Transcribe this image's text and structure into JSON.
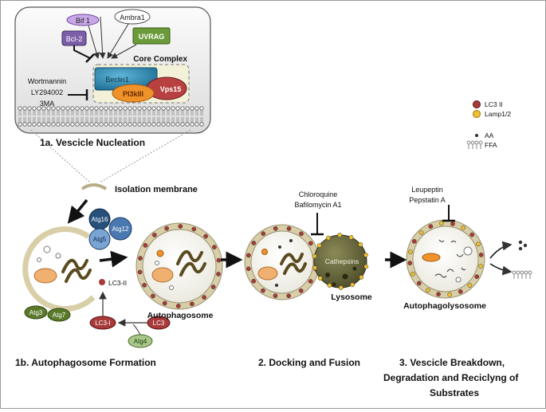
{
  "nucleation": {
    "proteins": {
      "bif1": "Bif 1",
      "ambra1": "Ambra1",
      "bcl2": "Bcl-2",
      "uvrag": "UVRAG",
      "beclin1": "Beclin1",
      "pi3k": "PI3kIII",
      "vps15": "Vps15"
    },
    "core_complex": "Core Complex",
    "inhibitors": [
      "Wortmannin",
      "LY294002",
      "3MA"
    ],
    "section_title": "1a. Vescicle Nucleation"
  },
  "isolation_membrane": "Isolation membrane",
  "formation": {
    "atg16": "Atg16",
    "atg12": "Atg12",
    "atg5": "Atg5",
    "atg3": "Atg3",
    "atg7": "Atg7",
    "lc3i": "LC3-I",
    "lc3": "LC3",
    "atg4": "Atg4",
    "lc3ii": "LC3-II",
    "autophagosome": "Autophagosome",
    "section_title": "1b. Autophagosome Formation"
  },
  "docking": {
    "inhibitors": [
      "Chloroquine",
      "Bafilomycin A1"
    ],
    "cathepsins": "Cathepsins",
    "lysosome": "Lysosome",
    "section_title": "2. Docking and Fusion"
  },
  "breakdown": {
    "inhibitors": [
      "Leupeptin",
      "Pepstatin A"
    ],
    "autophagolysosome": "Autophagolysosome",
    "section_title": [
      "3. Vescicle Breakdown,",
      "Degradation and Reciclyng of",
      "Substrates"
    ]
  },
  "legend": {
    "lc3ii": "LC3 II",
    "lamp": "Lamp1/2",
    "aa": "AA",
    "ffa": "FFA"
  },
  "colors": {
    "lc3ii_dot": "#a83a3a",
    "lamp_dot": "#f0c030",
    "bcl2": "#7b5ea7",
    "bif1": "#c8a8e8",
    "uvrag": "#6b9a3a",
    "beclin1": "#2f8fb5",
    "pi3k": "#f0922a",
    "vps15": "#b84040",
    "atg_green": "#5a7a2a",
    "atg_blue": "#4a78b0",
    "atg16": "#264f7a",
    "lc3i": "#a83a3a",
    "atg4": "#a8c88a",
    "lysosome": "#6b6a3a",
    "vesicle_ring": "#d8cfa8"
  }
}
